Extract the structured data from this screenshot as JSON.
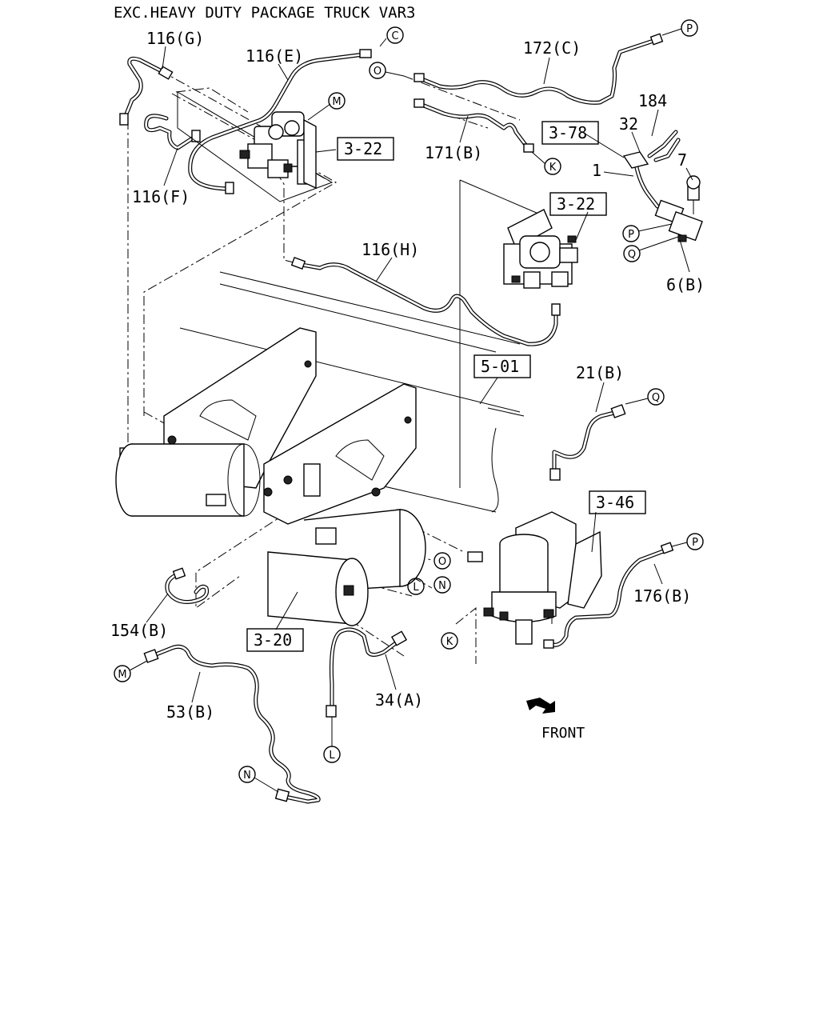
{
  "title": "EXC.HEAVY DUTY PACKAGE TRUCK VAR3",
  "part_labels": {
    "p116g": "116(G)",
    "p116e": "116(E)",
    "p116f": "116(F)",
    "p116h": "116(H)",
    "p172c": "172(C)",
    "p171b": "171(B)",
    "p184": "184",
    "p32": "32",
    "p1": "1",
    "p7": "7",
    "p6b": "6(B)",
    "p21b": "21(B)",
    "p176b": "176(B)",
    "p154b": "154(B)",
    "p53b": "53(B)",
    "p34a": "34(A)"
  },
  "ref_boxes": {
    "r322a": "3-22",
    "r378": "3-78",
    "r322b": "3-22",
    "r501": "5-01",
    "r346": "3-46",
    "r320": "3-20"
  },
  "connectors": {
    "c_top": "C",
    "p_top": "P",
    "o_top": "O",
    "m_top": "M",
    "k_top": "K",
    "p_right": "P",
    "q_right": "Q",
    "q_mid": "Q",
    "p_low": "P",
    "o_tank": "O",
    "n_tank": "N",
    "l_tank": "L",
    "k_low": "K",
    "m_low": "M",
    "l_low": "L",
    "n_low": "N"
  },
  "direction_label": "FRONT"
}
